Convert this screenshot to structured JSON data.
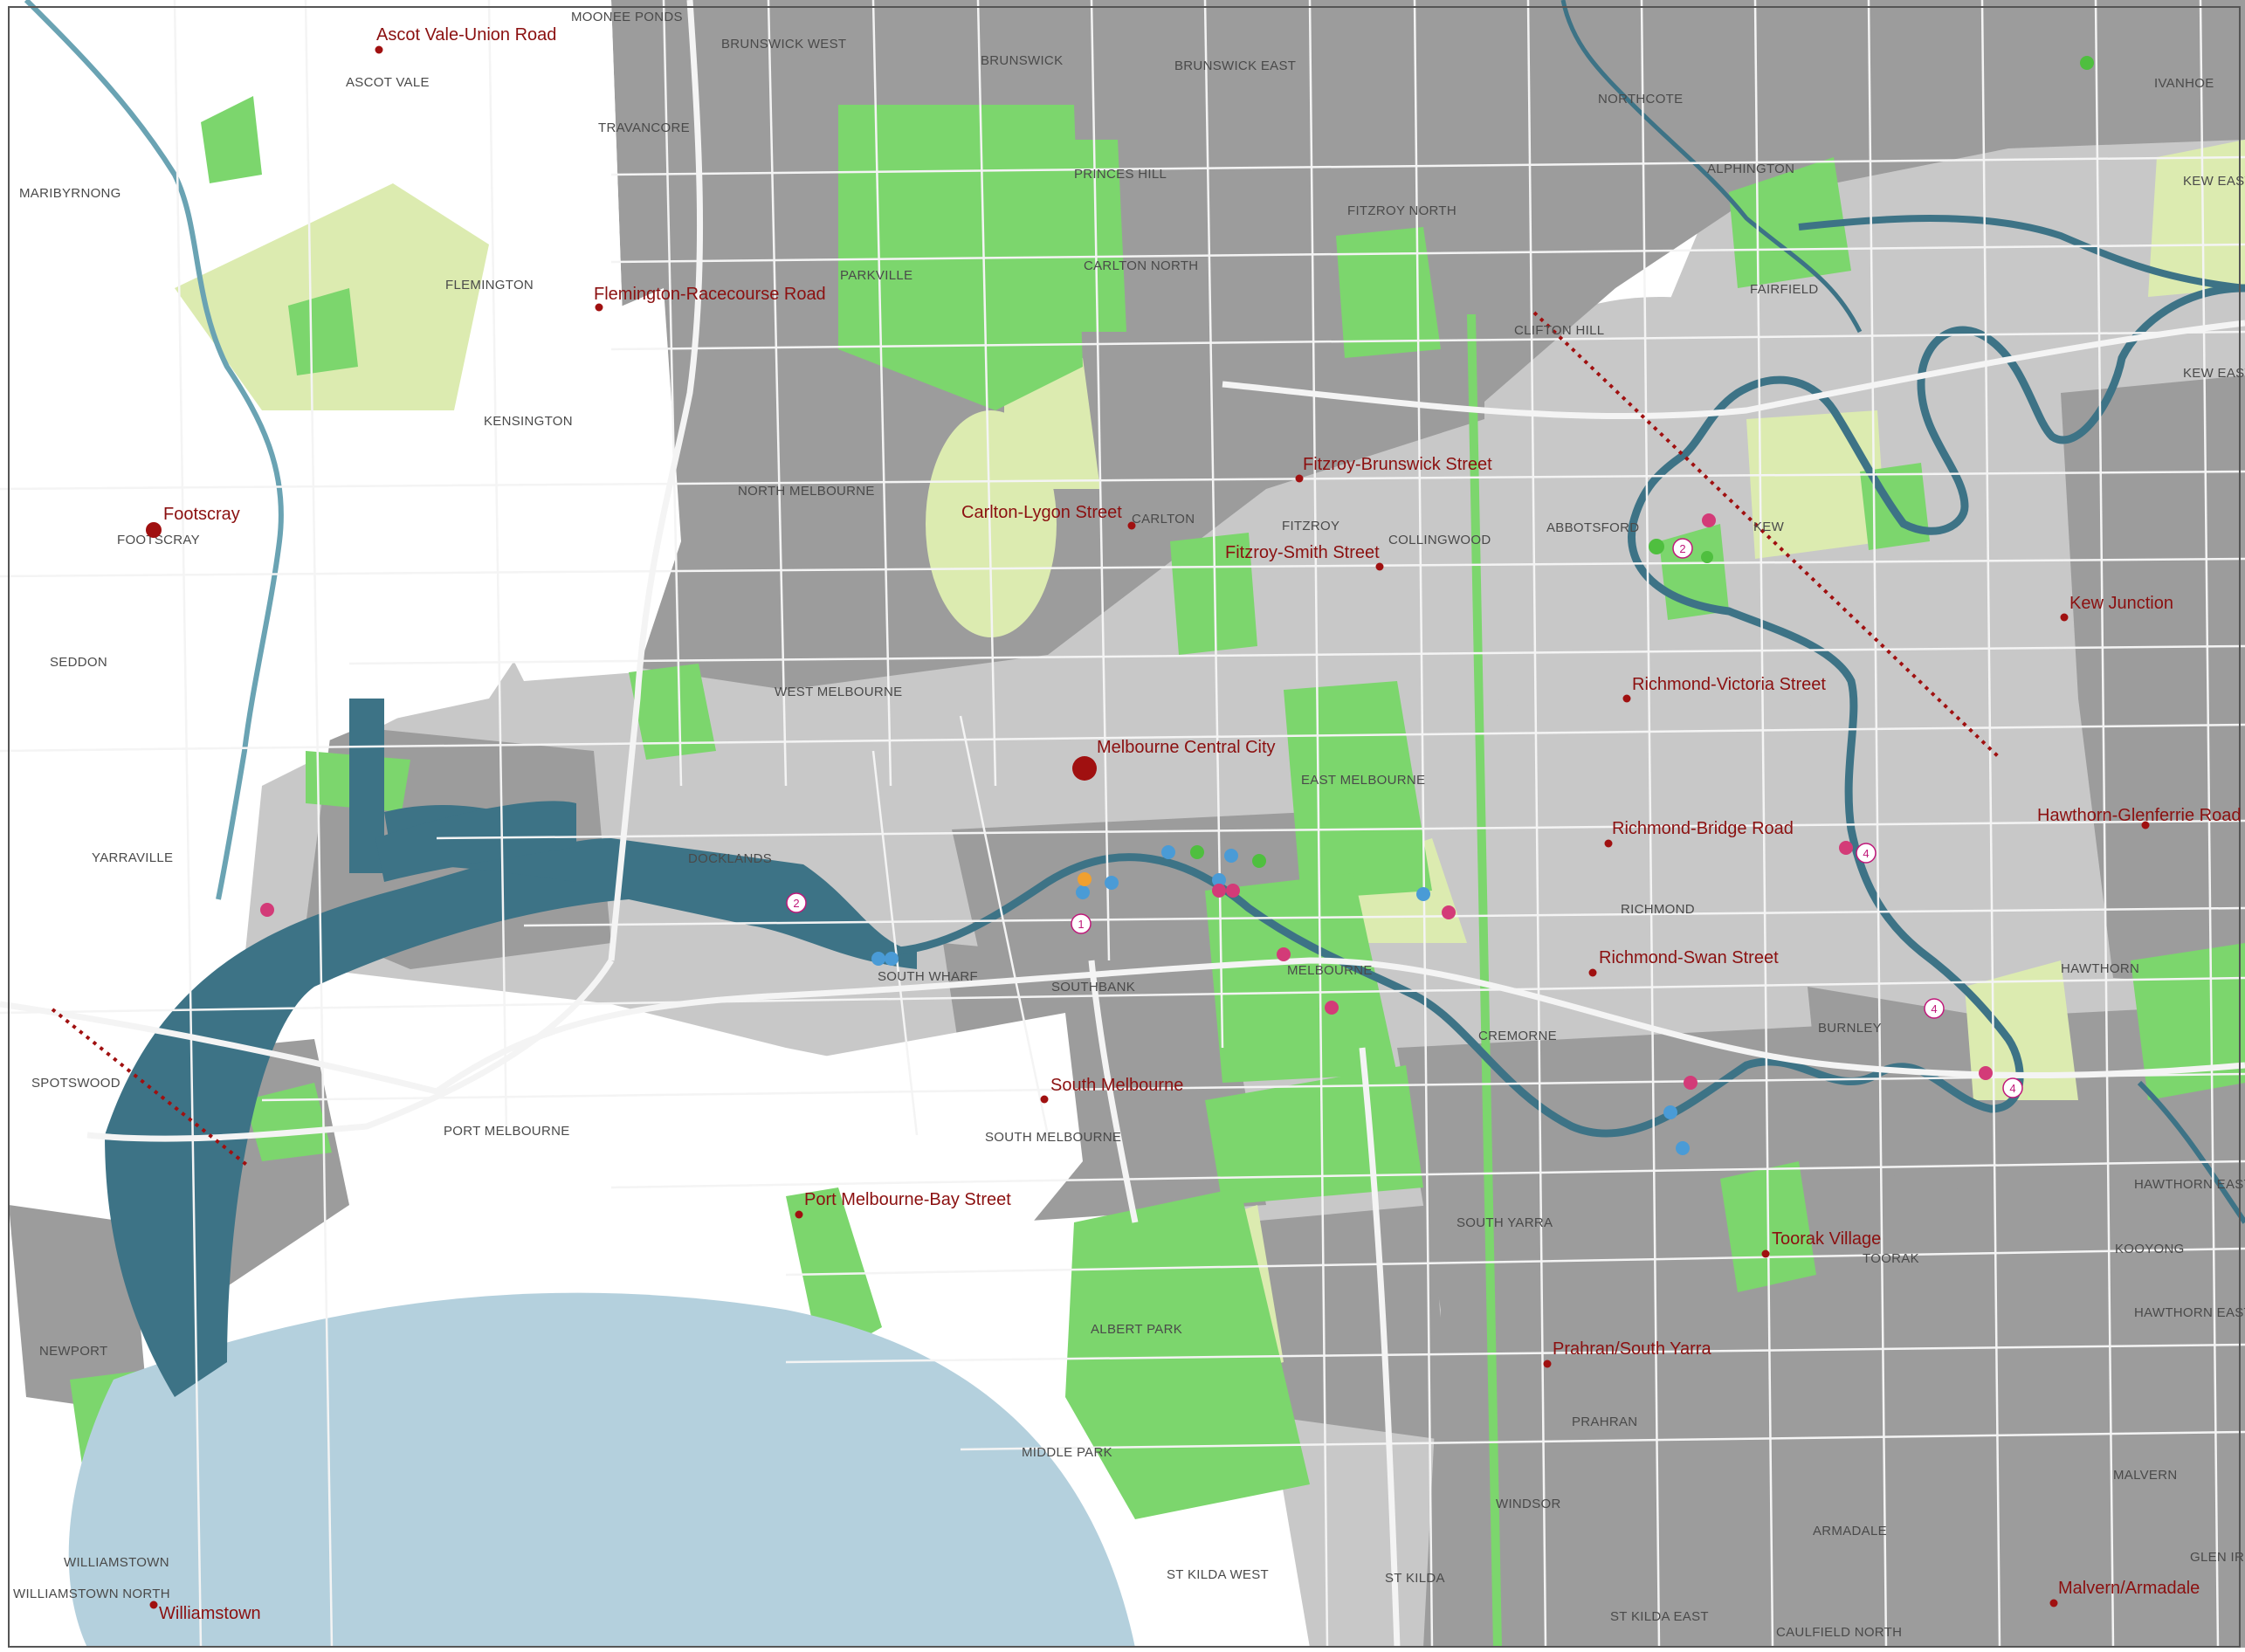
{
  "map": {
    "colors": {
      "background": "#ffffff",
      "urban_dark": "#9c9c9c",
      "urban_light": "#c8c8c8",
      "green": "#7cd66d",
      "light_green": "#dcebb0",
      "water": "#3d7386",
      "bay": "#b4d0dd",
      "centre_marker": "#a01010",
      "rail_dotted": "#a01010",
      "road": "#f4f4f4"
    },
    "major_centre": {
      "label": "Melbourne Central City"
    },
    "activity_centres": [
      {
        "label": "Ascot Vale-Union Road"
      },
      {
        "label": "Flemington-Racecourse Road"
      },
      {
        "label": "Footscray"
      },
      {
        "label": "Carlton-Lygon Street"
      },
      {
        "label": "Fitzroy-Brunswick Street"
      },
      {
        "label": "Fitzroy-Smith Street"
      },
      {
        "label": "Kew Junction"
      },
      {
        "label": "Richmond-Victoria Street"
      },
      {
        "label": "Richmond-Bridge Road"
      },
      {
        "label": "Hawthorn-Glenferrie Road"
      },
      {
        "label": "Richmond-Swan Street"
      },
      {
        "label": "South Melbourne"
      },
      {
        "label": "Port Melbourne-Bay Street"
      },
      {
        "label": "Toorak Village"
      },
      {
        "label": "Prahran/South Yarra"
      },
      {
        "label": "Malvern/Armadale"
      },
      {
        "label": "Williamstown"
      }
    ],
    "suburbs": [
      "MOONEE PONDS",
      "BRUNSWICK WEST",
      "BRUNSWICK",
      "BRUNSWICK EAST",
      "NORTHCOTE",
      "IVANHOE",
      "ASCOT VALE",
      "TRAVANCORE",
      "PRINCES HILL",
      "MARIBYRNONG",
      "ALPHINGTON",
      "KEW EAST",
      "FITZROY NORTH",
      "CARLTON NORTH",
      "PARKVILLE",
      "FLEMINGTON",
      "FAIRFIELD",
      "CLIFTON HILL",
      "KEW EAST",
      "KENSINGTON",
      "NORTH MELBOURNE",
      "CARLTON",
      "FITZROY",
      "COLLINGWOOD",
      "ABBOTSFORD",
      "KEW",
      "FOOTSCRAY",
      "SEDDON",
      "WEST MELBOURNE",
      "EAST MELBOURNE",
      "YARRAVILLE",
      "DOCKLANDS",
      "RICHMOND",
      "SOUTH WHARF",
      "SOUTHBANK",
      "MELBOURNE",
      "HAWTHORN",
      "BURNLEY",
      "CREMORNE",
      "SPOTSWOOD",
      "PORT MELBOURNE",
      "SOUTH MELBOURNE",
      "HAWTHORN EAST",
      "SOUTH YARRA",
      "TOORAK",
      "KOOYONG",
      "NEWPORT",
      "ALBERT PARK",
      "HAWTHORN EAST",
      "PRAHRAN",
      "MIDDLE PARK",
      "MALVERN",
      "WINDSOR",
      "ARMADALE",
      "WILLIAMSTOWN",
      "WILLIAMSTOWN NORTH",
      "ST KILDA WEST",
      "ST KILDA",
      "GLEN IRIS",
      "ST KILDA EAST",
      "CAULFIELD NORTH"
    ],
    "badges": [
      "1",
      "2",
      "2",
      "4",
      "4",
      "4"
    ]
  }
}
